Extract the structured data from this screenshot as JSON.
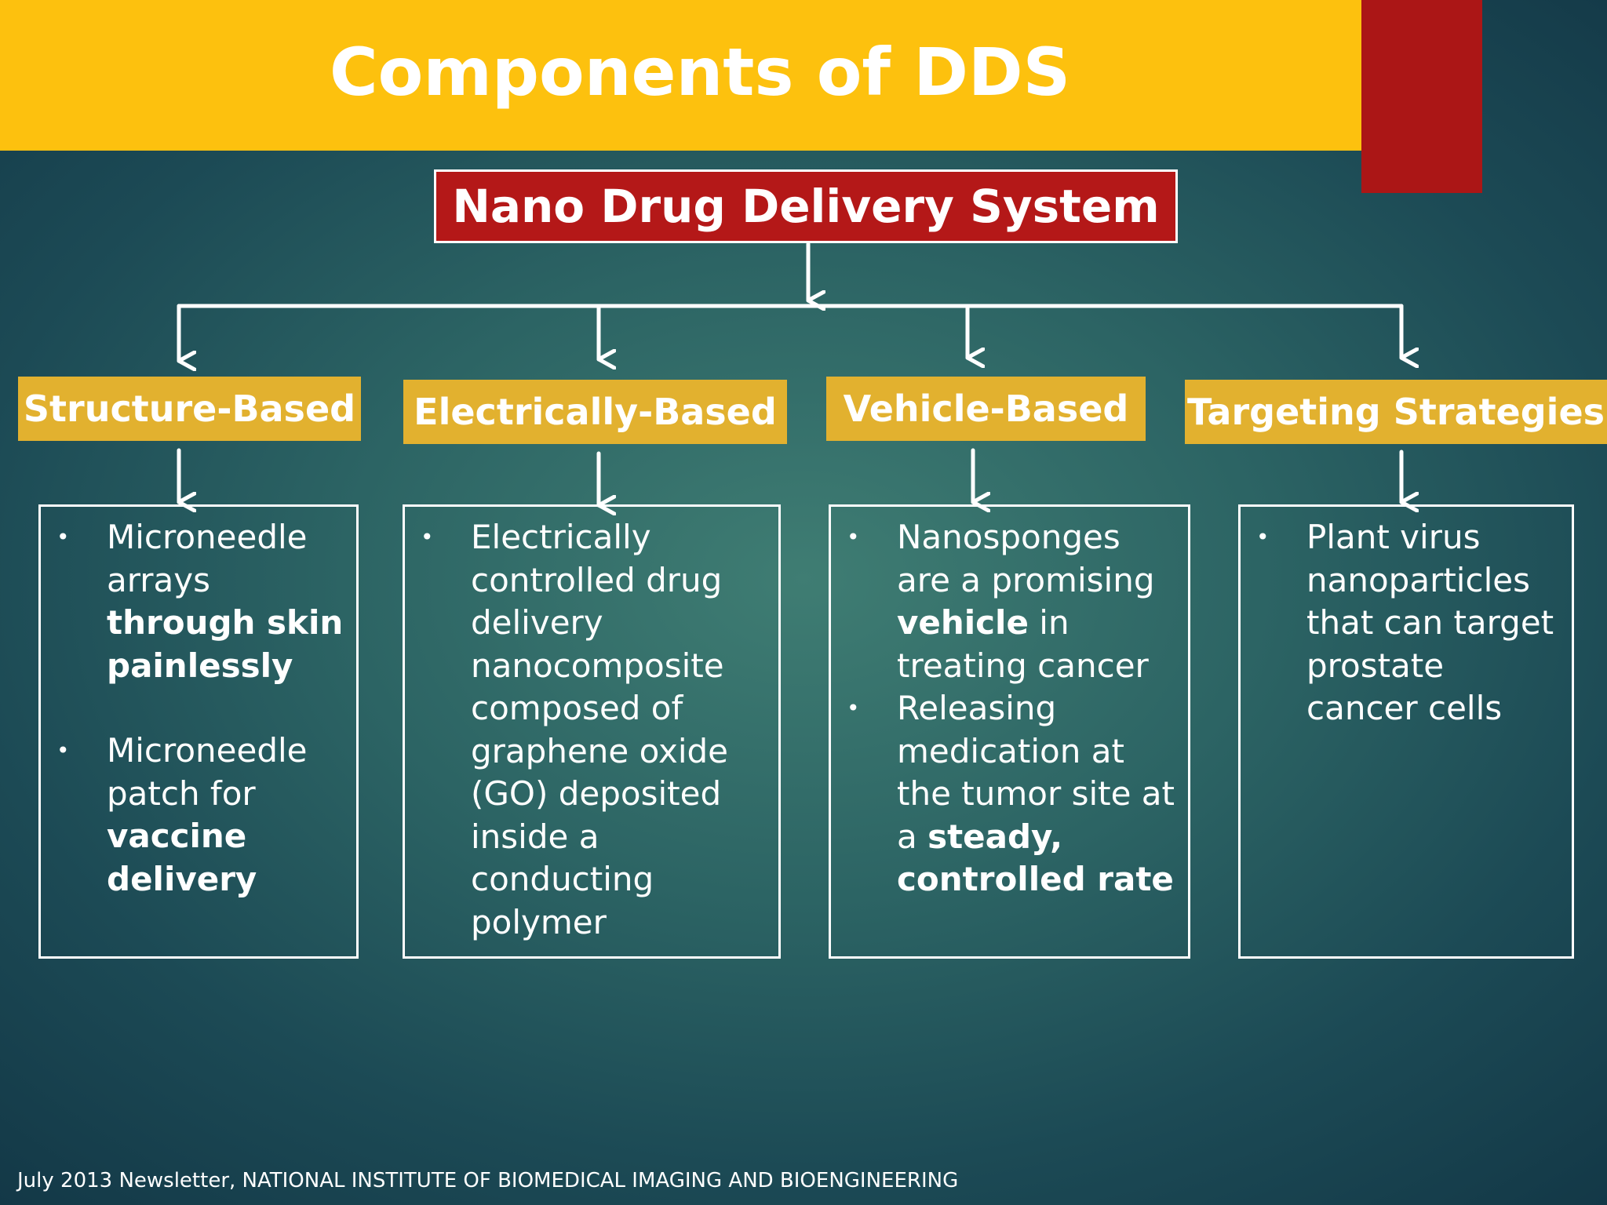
{
  "slide": {
    "title": "Components of DDS",
    "footer": "July 2013 Newsletter, NATIONAL INSTITUTE OF BIOMEDICAL IMAGING AND BIOENGINEERING"
  },
  "colors": {
    "title_bar": "#fdc10e",
    "accent_red": "#ab1616",
    "category_fill": "#e2b12f",
    "background": "#2c6464"
  },
  "diagram": {
    "root": "Nano Drug Delivery System",
    "categories": [
      {
        "label": "Structure-Based",
        "items": [
          [
            {
              "t": "Microneedle arrays ",
              "b": false
            },
            {
              "t": "through skin painlessly",
              "b": true
            }
          ],
          [
            {
              "t": "Microneedle patch for ",
              "b": false
            },
            {
              "t": "vaccine delivery",
              "b": true
            }
          ]
        ]
      },
      {
        "label": "Electrically-Based",
        "items": [
          [
            {
              "t": "Electrically controlled drug delivery nanocomposite composed of graphene oxide (GO) deposited inside a conducting polymer",
              "b": false
            }
          ]
        ]
      },
      {
        "label": "Vehicle-Based",
        "items": [
          [
            {
              "t": "Nanosponges are a promising ",
              "b": false
            },
            {
              "t": "vehicle",
              "b": true
            },
            {
              "t": " in treating cancer",
              "b": false
            }
          ],
          [
            {
              "t": "Releasing medication at the tumor site at a ",
              "b": false
            },
            {
              "t": "steady, controlled rate",
              "b": true
            }
          ]
        ]
      },
      {
        "label": "Targeting Strategies",
        "items": [
          [
            {
              "t": "Plant virus nanoparticles that can target prostate cancer cells",
              "b": false
            }
          ]
        ]
      }
    ]
  }
}
